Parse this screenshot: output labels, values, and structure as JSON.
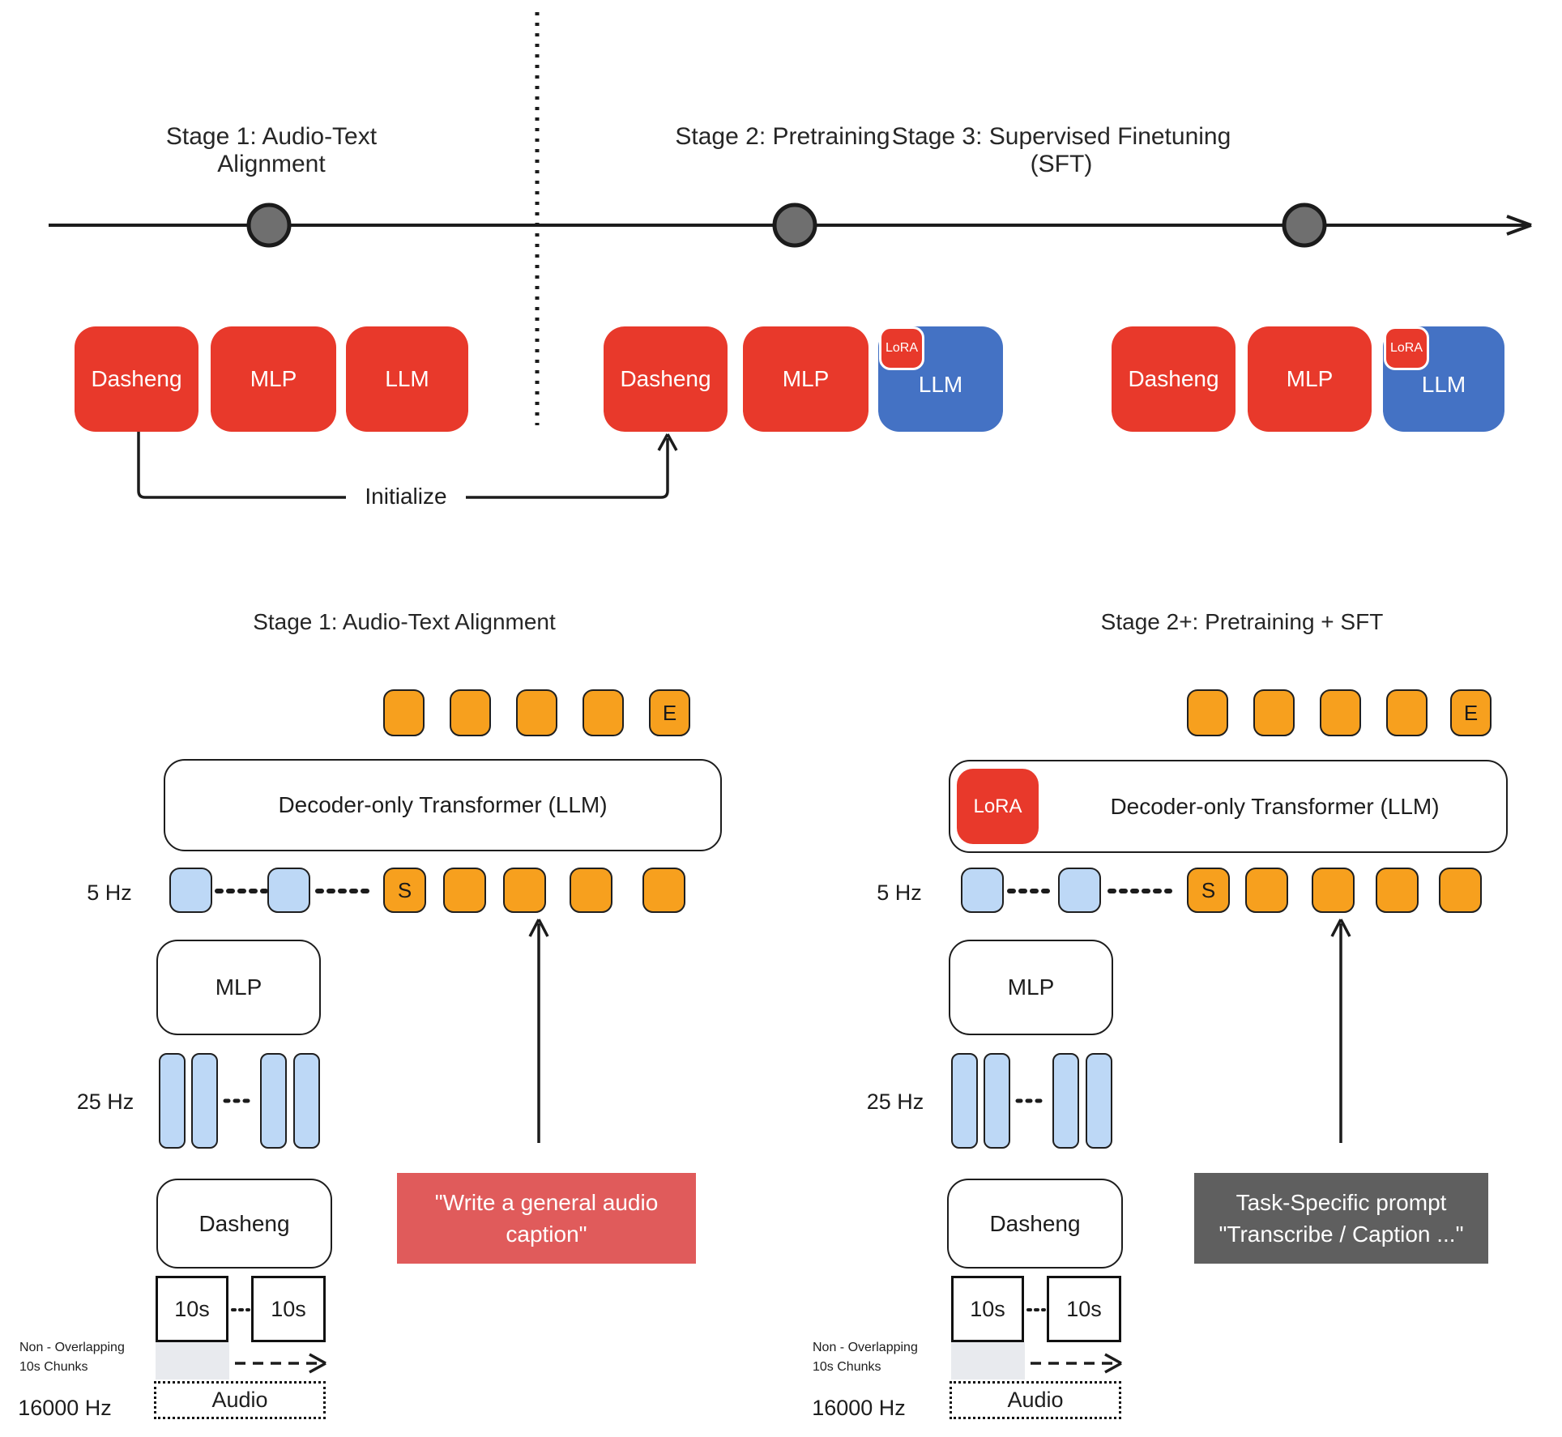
{
  "colors": {
    "red": "#E8392B",
    "blue": "#4472C4",
    "orange": "#F7A01E",
    "light_blue": "#BDD8F6",
    "salmon": "#E05B5B",
    "dark_gray": "#5F5F5F",
    "circle_gray": "#6F6F6F",
    "chunk_gray": "#E8EAEE"
  },
  "timeline": {
    "initialize_label": "Initialize",
    "stages": [
      {
        "title": "Stage 1: Audio-Text Alignment",
        "boxes": [
          {
            "label": "Dasheng"
          },
          {
            "label": "MLP"
          },
          {
            "label": "LLM"
          }
        ]
      },
      {
        "title": "Stage 2: Pretraining",
        "boxes": [
          {
            "label": "Dasheng"
          },
          {
            "label": "MLP"
          },
          {
            "label": "LLM",
            "badge": "LoRA"
          }
        ]
      },
      {
        "title": "Stage 3: Supervised Finetuning (SFT)",
        "boxes": [
          {
            "label": "Dasheng"
          },
          {
            "label": "MLP"
          },
          {
            "label": "LLM",
            "badge": "LoRA"
          }
        ]
      }
    ]
  },
  "diagrams": [
    {
      "title": "Stage 1: Audio-Text Alignment",
      "decoder_label": "Decoder-only Transformer (LLM)",
      "start_token": "S",
      "end_token": "E",
      "freq_top": "5 Hz",
      "freq_mid": "25 Hz",
      "freq_bottom": "16000 Hz",
      "mlp_label": "MLP",
      "dasheng_label": "Dasheng",
      "chunk_label_1": "10s",
      "chunk_label_2": "10s",
      "audio_label": "Audio",
      "note_line_1": "Non - Overlapping",
      "note_line_2": "10s Chunks",
      "prompt_line_1": "\"Write a general audio",
      "prompt_line_2": "caption\""
    },
    {
      "title": "Stage 2+: Pretraining + SFT",
      "decoder_label": "Decoder-only Transformer (LLM)",
      "lora_label": "LoRA",
      "start_token": "S",
      "end_token": "E",
      "freq_top": "5 Hz",
      "freq_mid": "25 Hz",
      "freq_bottom": "16000 Hz",
      "mlp_label": "MLP",
      "dasheng_label": "Dasheng",
      "chunk_label_1": "10s",
      "chunk_label_2": "10s",
      "audio_label": "Audio",
      "note_line_1": "Non - Overlapping",
      "note_line_2": "10s Chunks",
      "prompt_line_1": "Task-Specific prompt",
      "prompt_line_2": "\"Transcribe / Caption ...\""
    }
  ]
}
